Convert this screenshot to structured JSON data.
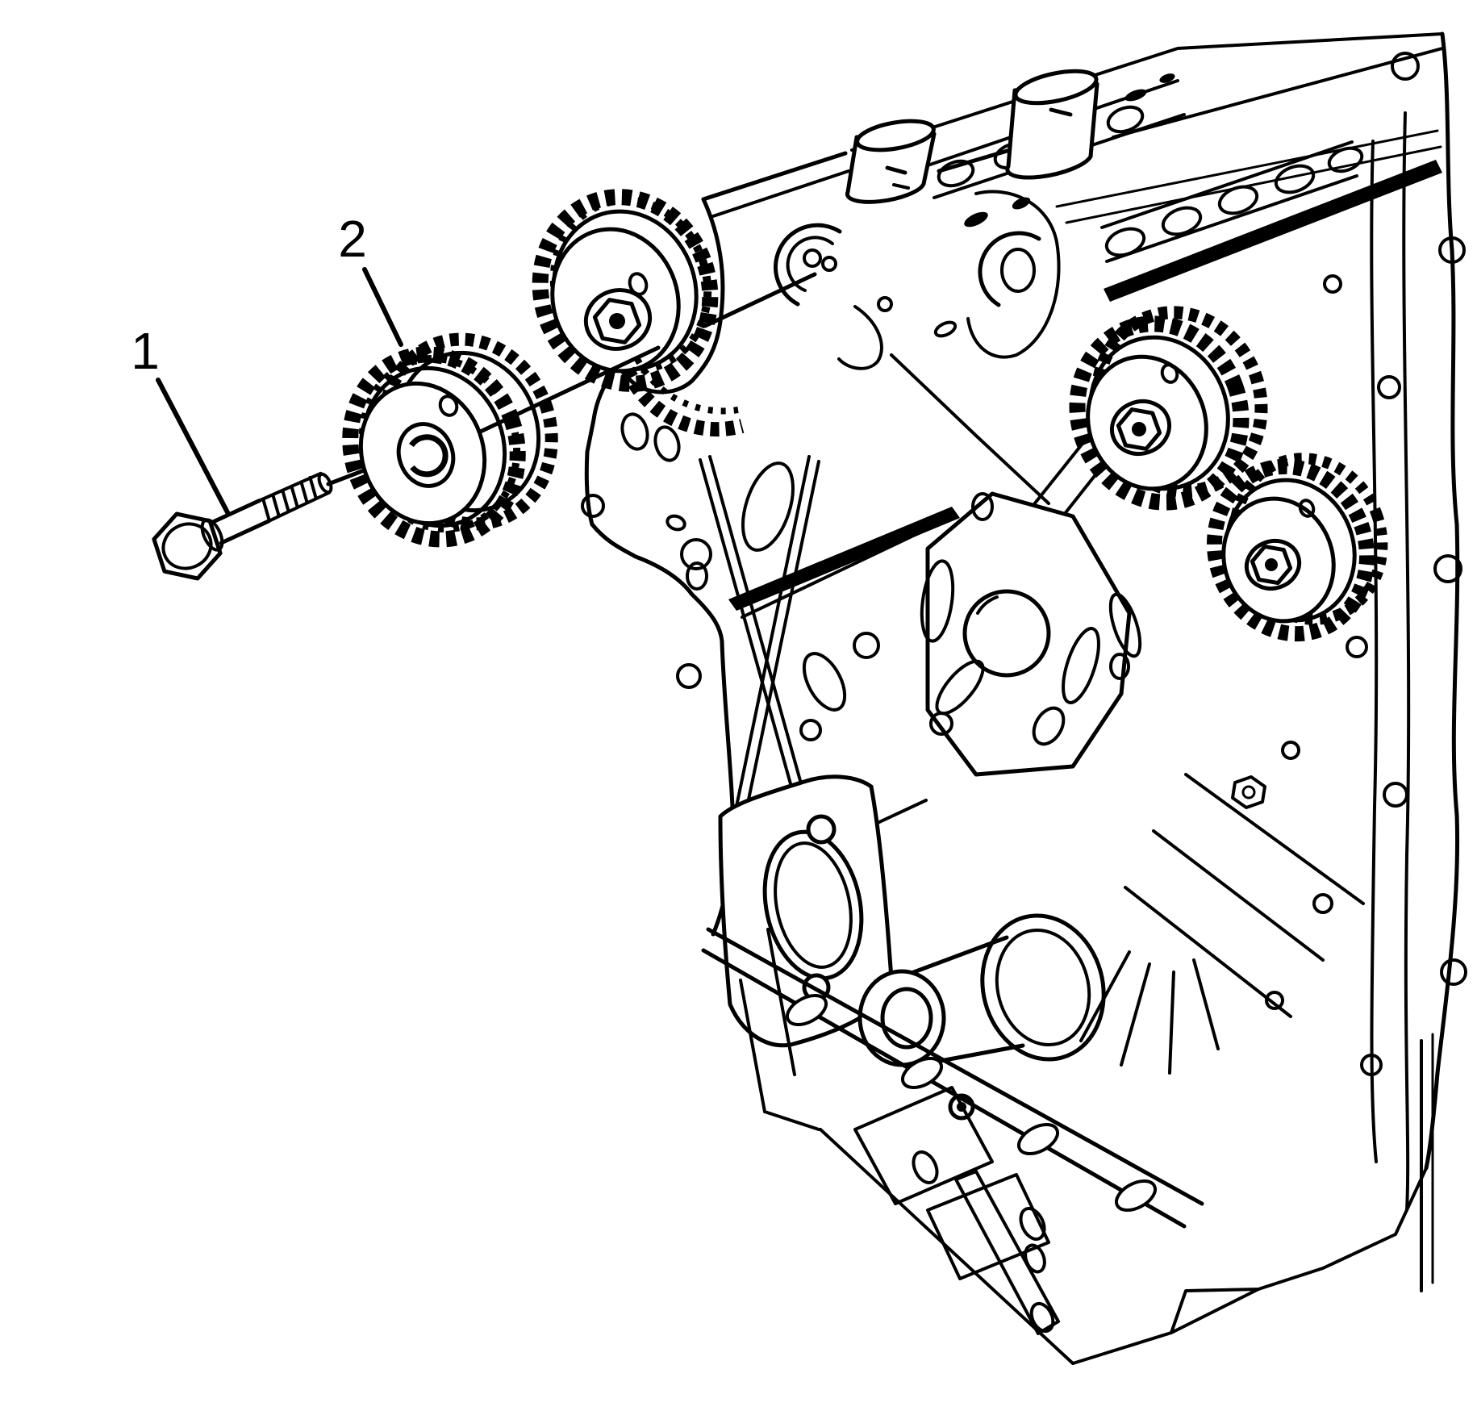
{
  "figure": {
    "type": "technical-line-illustration",
    "background_color": "#ffffff",
    "line_color": "#000000",
    "subject": "engine-front-timing-components",
    "callouts": [
      {
        "label": "1",
        "part": "bolt"
      },
      {
        "label": "2",
        "part": "camshaft-sprocket"
      }
    ]
  }
}
